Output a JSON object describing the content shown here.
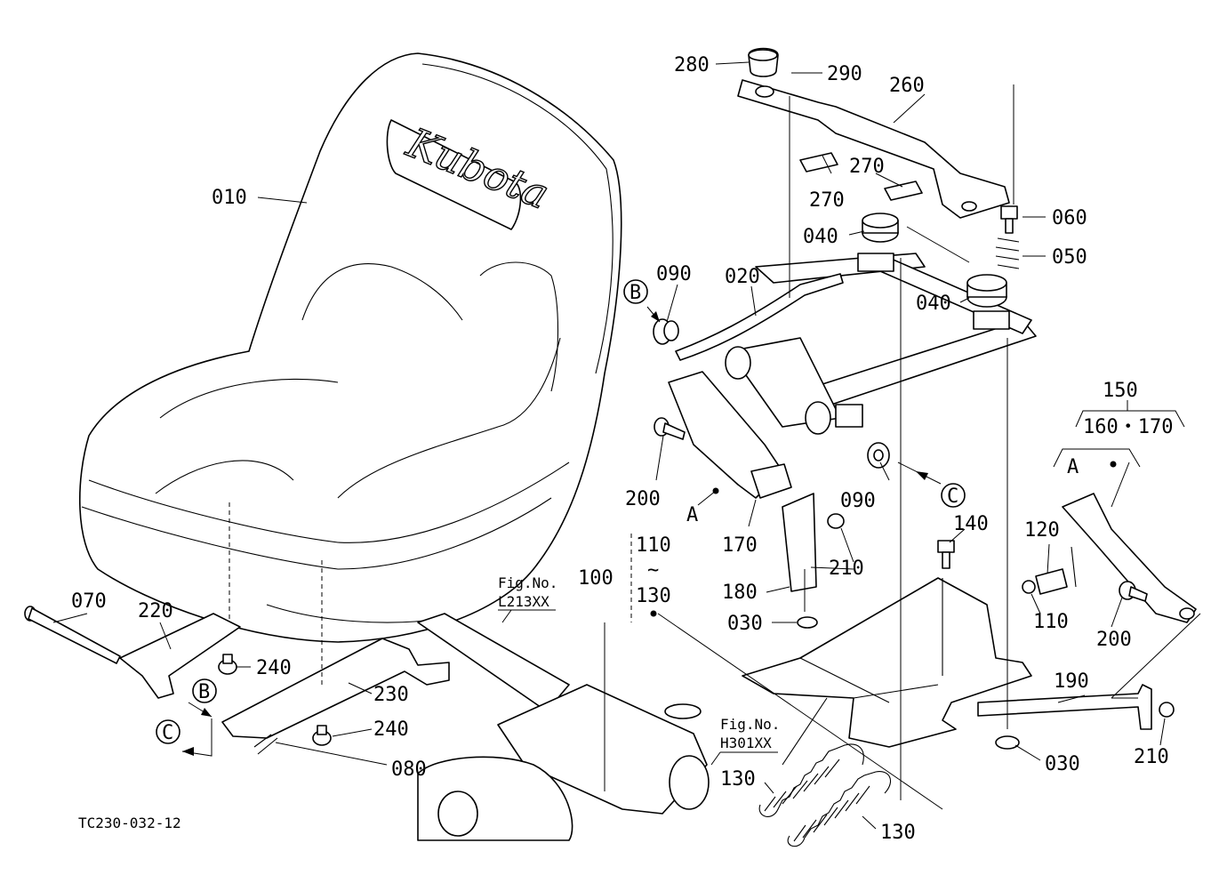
{
  "brand": {
    "logo_text": "Kubota"
  },
  "diagram_code": "TC230-032-12",
  "figure_refs": [
    {
      "caption": "Fig.No.",
      "code": "L213XX"
    },
    {
      "caption": "Fig.No.",
      "code": "H301XX"
    }
  ],
  "callouts": {
    "view_b": "B",
    "view_c": "C",
    "view_a": "A",
    "range_tilde": "~"
  },
  "parts": {
    "p010": "010",
    "p020": "020",
    "p030": "030",
    "p040": "040",
    "p050": "050",
    "p060": "060",
    "p070": "070",
    "p080": "080",
    "p090": "090",
    "p100": "100",
    "p110": "110",
    "p120": "120",
    "p130": "130",
    "p140": "140",
    "p150": "150",
    "p160_170": "160・170",
    "p170": "170",
    "p180": "180",
    "p190": "190",
    "p200": "200",
    "p210": "210",
    "p220": "220",
    "p230": "230",
    "p240": "240",
    "p260": "260",
    "p270": "270",
    "p280": "280",
    "p290": "290"
  }
}
